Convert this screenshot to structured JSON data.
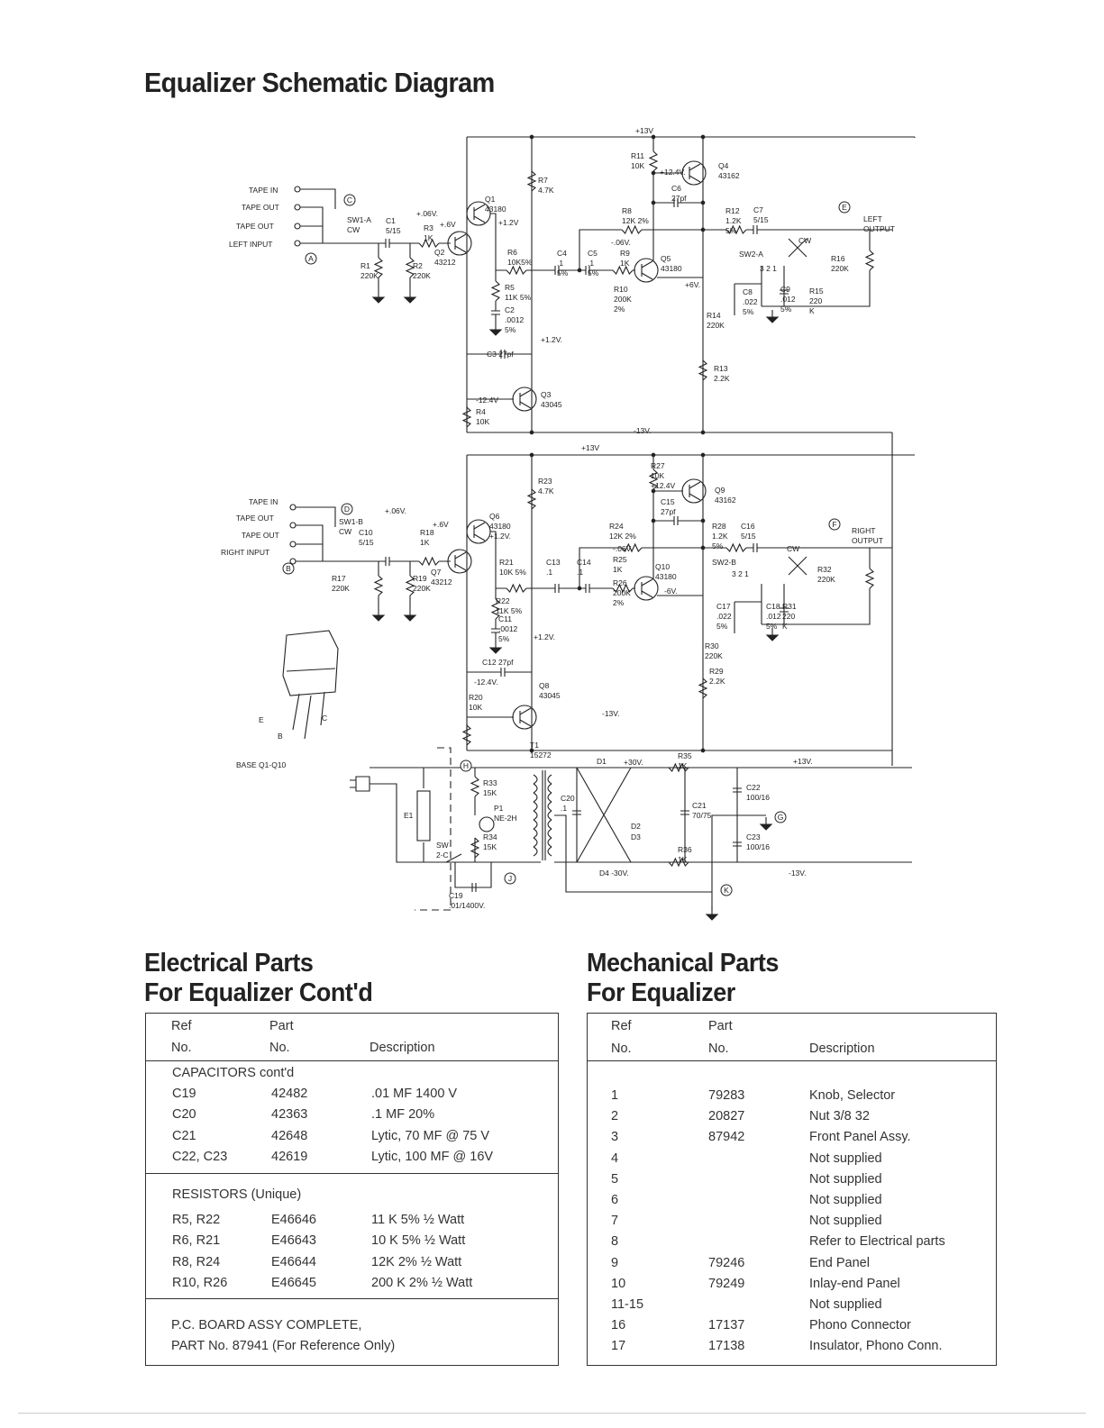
{
  "title": "Equalizer Schematic Diagram",
  "schematic": {
    "components": [
      [
        "TAPE IN"
      ],
      [
        "TAPE OUT"
      ],
      [
        "TAPE OUT"
      ],
      [
        "LEFT INPUT"
      ],
      [
        "SW1-A",
        "CW"
      ],
      [
        "C1",
        "5/15"
      ],
      [
        "+.06V."
      ],
      [
        "R3",
        "1K"
      ],
      [
        "+.6V"
      ],
      [
        "Q1",
        "43180"
      ],
      [
        "+1.2V"
      ],
      [
        "Q2",
        "43212"
      ],
      [
        "R1",
        "220K"
      ],
      [
        "R2",
        "220K"
      ],
      [
        "R7",
        "4.7K"
      ],
      [
        "R6",
        "10K5%"
      ],
      [
        "C4",
        ".1",
        "5%"
      ],
      [
        "R5",
        "11K 5%"
      ],
      [
        "C2",
        ".0012",
        "5%"
      ],
      [
        "+1.2V."
      ],
      [
        "C3  27pf"
      ],
      [
        "-12.4V"
      ],
      [
        "Q3",
        "43045"
      ],
      [
        "R4",
        "10K"
      ],
      [
        "+13V"
      ],
      [
        "R11",
        "10K"
      ],
      [
        "+12.4V."
      ],
      [
        "Q4",
        "43162"
      ],
      [
        "C6",
        "27pf"
      ],
      [
        "R8",
        "12K 2%"
      ],
      [
        "-.06V."
      ],
      [
        "C5",
        ".1",
        "5%"
      ],
      [
        "R9",
        "1K"
      ],
      [
        "Q5",
        "43180"
      ],
      [
        "+6V."
      ],
      [
        "R10",
        "200K",
        "2%"
      ],
      [
        "R12",
        "1.2K",
        "5%"
      ],
      [
        "C7",
        "5/15"
      ],
      [
        "CW"
      ],
      [
        "SW2-A"
      ],
      [
        "3  2  1"
      ],
      [
        "LEFT",
        "OUTPUT"
      ],
      [
        "R16",
        "220K"
      ],
      [
        "C8",
        ".022",
        "5%"
      ],
      [
        "C9",
        ".012",
        "5%"
      ],
      [
        "R15",
        "220",
        "K"
      ],
      [
        "R14",
        "220K"
      ],
      [
        "R13",
        "2.2K"
      ],
      [
        "-13V."
      ],
      [
        "+13V"
      ],
      [
        "TAPE IN"
      ],
      [
        "TAPE OUT"
      ],
      [
        "TAPE OUT"
      ],
      [
        "RIGHT INPUT"
      ],
      [
        "SW1-B",
        "CW"
      ],
      [
        "C10",
        "5/15"
      ],
      [
        "+.06V."
      ],
      [
        "R18",
        "1K"
      ],
      [
        "+.6V"
      ],
      [
        "Q6",
        "43180",
        "+1.2V."
      ],
      [
        "Q7",
        "43212"
      ],
      [
        "R17",
        "220K"
      ],
      [
        "R19",
        "220K"
      ],
      [
        "R23",
        "4.7K"
      ],
      [
        "R21",
        "10K 5%"
      ],
      [
        "C13",
        ".1"
      ],
      [
        "C14",
        ".1"
      ],
      [
        "R22",
        "11K 5%"
      ],
      [
        "C11",
        ".0012",
        "5%"
      ],
      [
        "+1.2V."
      ],
      [
        "C12  27pf"
      ],
      [
        "-12.4V."
      ],
      [
        "Q8",
        "43045"
      ],
      [
        "R20",
        "10K"
      ],
      [
        "-13V."
      ],
      [
        "R24",
        "12K 2%"
      ],
      [
        "-.06V."
      ],
      [
        "R25",
        "1K"
      ],
      [
        "R26",
        "200K",
        "2%"
      ],
      [
        "Q10",
        "43180"
      ],
      [
        "-6V."
      ],
      [
        "R27",
        "10K",
        "+12.4V"
      ],
      [
        "Q9",
        "43162"
      ],
      [
        "C15",
        "27pf"
      ],
      [
        "R28",
        "1.2K",
        "5%"
      ],
      [
        "C16",
        "5/15"
      ],
      [
        "RIGHT",
        "OUTPUT"
      ],
      [
        "CW"
      ],
      [
        "SW2-B"
      ],
      [
        "3  2  1"
      ],
      [
        "R32",
        "220K"
      ],
      [
        "C17",
        ".022",
        "5%"
      ],
      [
        "C18",
        ".012",
        "5%"
      ],
      [
        "R31",
        "220",
        "K"
      ],
      [
        "R30",
        "220K"
      ],
      [
        "R29",
        "2.2K"
      ],
      [
        "T1",
        "15272"
      ],
      [
        "D1"
      ],
      [
        "+30V."
      ],
      [
        "R35",
        "1K"
      ],
      [
        "+13V."
      ],
      [
        "R33",
        "15K"
      ],
      [
        "P1",
        "NE-2H"
      ],
      [
        "E1"
      ],
      [
        "C20",
        ".1"
      ],
      [
        "D2"
      ],
      [
        "C21",
        "70/75"
      ],
      [
        "C22",
        "100/16"
      ],
      [
        "C23",
        "100/16"
      ],
      [
        "R34",
        "15K"
      ],
      [
        "SW",
        "2-C"
      ],
      [
        "D3"
      ],
      [
        "R36",
        "1K"
      ],
      [
        "D4  -30V."
      ],
      [
        "-13V."
      ],
      [
        "C19",
        ".01/1400V."
      ],
      [
        "E"
      ],
      [
        "B"
      ],
      [
        "C"
      ],
      [
        "BASE Q1-Q10"
      ]
    ],
    "test_points": [
      "A",
      "C",
      "E",
      "D",
      "B",
      "F",
      "H",
      "G",
      "J",
      "K"
    ]
  },
  "electrical": {
    "title_line1": "Electrical Parts",
    "title_line2": "For Equalizer Cont'd",
    "headers": {
      "ref1": "Ref",
      "ref2": "No.",
      "part1": "Part",
      "part2": "No.",
      "desc": "Description"
    },
    "capacitors_heading": "CAPACITORS",
    "capacitors_note": "cont'd",
    "capacitors": [
      {
        "ref": "C19",
        "part": "42482",
        "desc": ".01 MF 1400 V"
      },
      {
        "ref": "C20",
        "part": "42363",
        "desc": ".1 MF 20%"
      },
      {
        "ref": "C21",
        "part": "42648",
        "desc": "Lytic, 70 MF @ 75 V"
      },
      {
        "ref": "C22, C23",
        "part": "42619",
        "desc": "Lytic, 100 MF @ 16V"
      }
    ],
    "resistors_heading": "RESISTORS",
    "resistors_note": "(Unique)",
    "resistors": [
      {
        "ref": "R5, R22",
        "part": "E46646",
        "desc": "11 K 5% ½ Watt"
      },
      {
        "ref": "R6, R21",
        "part": "E46643",
        "desc": "10 K 5% ½ Watt"
      },
      {
        "ref": "R8, R24",
        "part": "E46644",
        "desc": "12K 2% ½ Watt"
      },
      {
        "ref": "R10, R26",
        "part": "E46645",
        "desc": "200 K 2% ½ Watt"
      }
    ],
    "pcb_line1": "P.C. BOARD ASSY COMPLETE,",
    "pcb_line2": "PART No. 87941 (For Reference Only)"
  },
  "mechanical": {
    "title_line1": "Mechanical Parts",
    "title_line2": "For Equalizer",
    "headers": {
      "ref1": "Ref",
      "ref2": "No.",
      "part1": "Part",
      "part2": "No.",
      "desc": "Description"
    },
    "items": [
      {
        "ref": "1",
        "part": "79283",
        "desc": "Knob, Selector"
      },
      {
        "ref": "2",
        "part": "20827",
        "desc": "Nut 3/8 32"
      },
      {
        "ref": "3",
        "part": "87942",
        "desc": "Front Panel Assy."
      },
      {
        "ref": "4",
        "part": "",
        "desc": "Not supplied"
      },
      {
        "ref": "5",
        "part": "",
        "desc": "Not supplied"
      },
      {
        "ref": "6",
        "part": "",
        "desc": "Not supplied"
      },
      {
        "ref": "7",
        "part": "",
        "desc": "Not supplied"
      },
      {
        "ref": "8",
        "part": "",
        "desc": "Refer to Electrical parts"
      },
      {
        "ref": "9",
        "part": "79246",
        "desc": "End Panel"
      },
      {
        "ref": "10",
        "part": "79249",
        "desc": "Inlay-end Panel"
      },
      {
        "ref": "11-15",
        "part": "",
        "desc": "Not supplied"
      },
      {
        "ref": "16",
        "part": "17137",
        "desc": "Phono Connector"
      },
      {
        "ref": "17",
        "part": "17138",
        "desc": "Insulator, Phono Conn."
      }
    ]
  }
}
